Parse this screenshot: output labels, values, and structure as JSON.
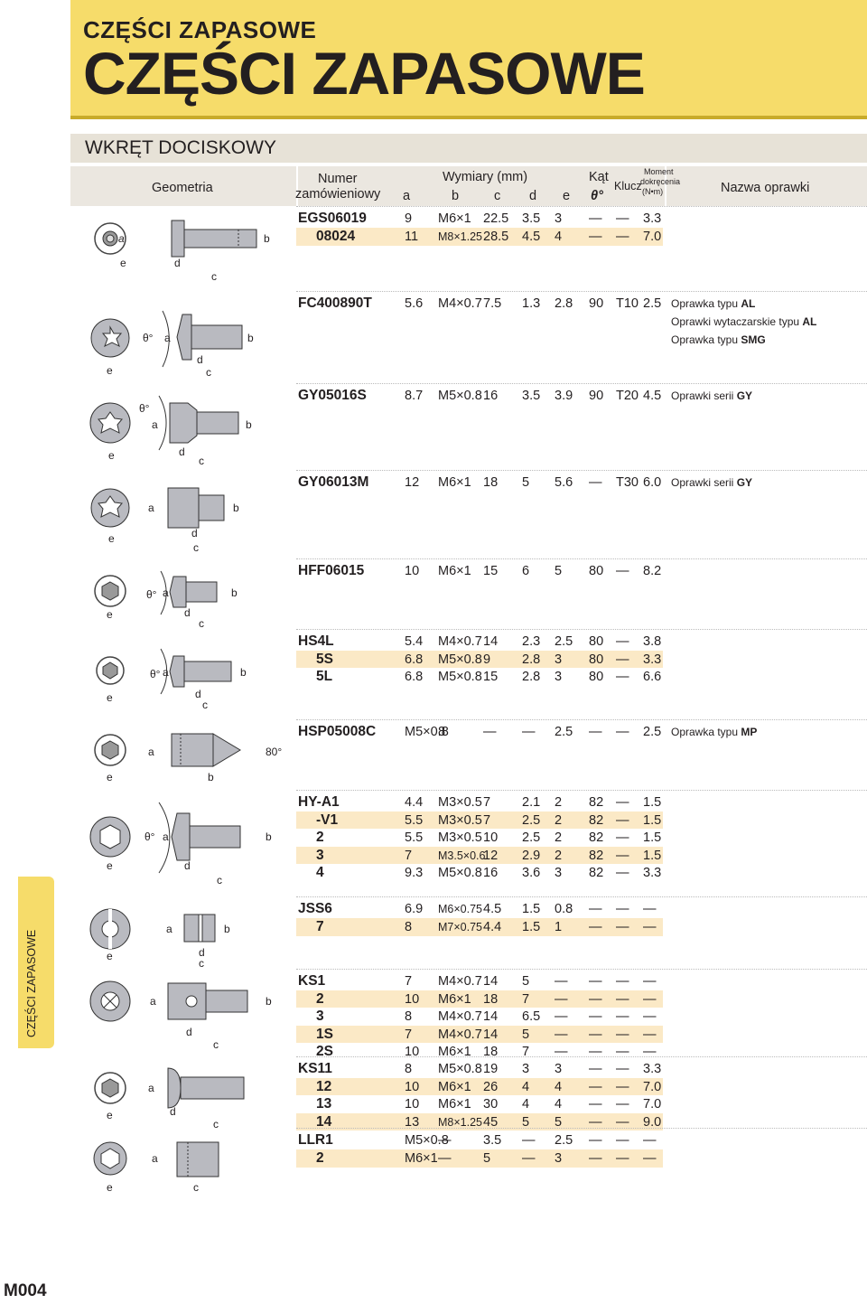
{
  "header": {
    "title_small": "CZĘŚCI ZAPASOWE",
    "title_large": "CZĘŚCI ZAPASOWE"
  },
  "section_title": "WKRĘT DOCISKOWY",
  "side_tab": "CZĘŚCI ZAPASOWE",
  "page_number": "M004",
  "table_header": {
    "geometry": "Geometria",
    "order_no_1": "Numer",
    "order_no_2": "zamówieniowy",
    "dims": "Wymiary (mm)",
    "a": "a",
    "b": "b",
    "c": "c",
    "d": "d",
    "e": "e",
    "angle": "Kąt",
    "theta": "θ°",
    "key": "Klucz",
    "torque_1": "Moment",
    "torque_2": "dokręcenia",
    "torque_3": "(N•m)",
    "holder": "Nazwa oprawki"
  },
  "groups": [
    {
      "labels": [
        "e",
        "d",
        "c",
        "a",
        "b"
      ],
      "rows": [
        {
          "code": "EGS06019",
          "a": "9",
          "b": "M6×1",
          "c": "22.5",
          "d": "3.5",
          "e": "3",
          "theta": "—",
          "key": "—",
          "torque": "3.3"
        },
        {
          "code": "08024",
          "a": "11",
          "b": "M8×1.25",
          "c": "28.5",
          "d": "4.5",
          "e": "4",
          "theta": "—",
          "key": "—",
          "torque": "7.0"
        }
      ],
      "names": []
    },
    {
      "labels": [
        "e",
        "θ°",
        "a",
        "d",
        "c",
        "b"
      ],
      "rows": [
        {
          "code": "FC400890T",
          "a": "5.6",
          "b": "M4×0.7",
          "c": "7.5",
          "d": "1.3",
          "e": "2.8",
          "theta": "90",
          "key": "T10",
          "torque": "2.5"
        }
      ],
      "names": [
        {
          "pre": "Oprawka typu ",
          "bold": "AL"
        },
        {
          "pre": "Oprawki wytaczarskie typu ",
          "bold": "AL"
        },
        {
          "pre": "Oprawka typu ",
          "bold": "SMG"
        }
      ]
    },
    {
      "labels": [
        "e",
        "θ°",
        "a",
        "d",
        "c",
        "b"
      ],
      "rows": [
        {
          "code": "GY05016S",
          "a": "8.7",
          "b": "M5×0.8",
          "c": "16",
          "d": "3.5",
          "e": "3.9",
          "theta": "90",
          "key": "T20",
          "torque": "4.5"
        }
      ],
      "names": [
        {
          "pre": "Oprawki serii ",
          "bold": "GY"
        }
      ]
    },
    {
      "labels": [
        "e",
        "a",
        "d",
        "c",
        "b"
      ],
      "rows": [
        {
          "code": "GY06013M",
          "a": "12",
          "b": "M6×1",
          "c": "18",
          "d": "5",
          "e": "5.6",
          "theta": "—",
          "key": "T30",
          "torque": "6.0"
        }
      ],
      "names": [
        {
          "pre": "Oprawki serii ",
          "bold": "GY"
        }
      ]
    },
    {
      "labels": [
        "e",
        "θ°",
        "a",
        "d",
        "c",
        "b"
      ],
      "rows": [
        {
          "code": "HFF06015",
          "a": "10",
          "b": "M6×1",
          "c": "15",
          "d": "6",
          "e": "5",
          "theta": "80",
          "key": "—",
          "torque": "8.2"
        }
      ],
      "names": []
    },
    {
      "labels": [
        "e",
        "θ°",
        "a",
        "d",
        "c",
        "b"
      ],
      "rows": [
        {
          "code": "HS4L",
          "a": "5.4",
          "b": "M4×0.7",
          "c": "14",
          "d": "2.3",
          "e": "2.5",
          "theta": "80",
          "key": "—",
          "torque": "3.8"
        },
        {
          "code": "5S",
          "a": "6.8",
          "b": "M5×0.8",
          "c": "9",
          "d": "2.8",
          "e": "3",
          "theta": "80",
          "key": "—",
          "torque": "3.3"
        },
        {
          "code": "5L",
          "a": "6.8",
          "b": "M5×0.8",
          "c": "15",
          "d": "2.8",
          "e": "3",
          "theta": "80",
          "key": "—",
          "torque": "6.6"
        }
      ],
      "names": []
    },
    {
      "labels": [
        "e",
        "a",
        "b",
        "80°"
      ],
      "rows": [
        {
          "code": "HSP05008C",
          "a": "M5×0.8",
          "b": "8",
          "c": "—",
          "d": "—",
          "e": "2.5",
          "theta": "—",
          "key": "—",
          "torque": "2.5"
        }
      ],
      "names": [
        {
          "pre": "Oprawka typu ",
          "bold": "MP"
        }
      ]
    },
    {
      "labels": [
        "e",
        "θ°",
        "a",
        "d",
        "c",
        "b"
      ],
      "rows": [
        {
          "code": "HY-A1",
          "a": "4.4",
          "b": "M3×0.5",
          "c": "7",
          "d": "2.1",
          "e": "2",
          "theta": "82",
          "key": "—",
          "torque": "1.5"
        },
        {
          "code": "-V1",
          "a": "5.5",
          "b": "M3×0.5",
          "c": "7",
          "d": "2.5",
          "e": "2",
          "theta": "82",
          "key": "—",
          "torque": "1.5"
        },
        {
          "code": "2",
          "a": "5.5",
          "b": "M3×0.5",
          "c": "10",
          "d": "2.5",
          "e": "2",
          "theta": "82",
          "key": "—",
          "torque": "1.5"
        },
        {
          "code": "3",
          "a": "7",
          "b": "M3.5×0.6",
          "c": "12",
          "d": "2.9",
          "e": "2",
          "theta": "82",
          "key": "—",
          "torque": "1.5"
        },
        {
          "code": "4",
          "a": "9.3",
          "b": "M5×0.8",
          "c": "16",
          "d": "3.6",
          "e": "3",
          "theta": "82",
          "key": "—",
          "torque": "3.3"
        }
      ],
      "names": []
    },
    {
      "labels": [
        "e",
        "a",
        "d",
        "c",
        "b"
      ],
      "rows": [
        {
          "code": "JSS6",
          "a": "6.9",
          "b": "M6×0.75",
          "c": "4.5",
          "d": "1.5",
          "e": "0.8",
          "theta": "—",
          "key": "—",
          "torque": "—"
        },
        {
          "code": "7",
          "a": "8",
          "b": "M7×0.75",
          "c": "4.4",
          "d": "1.5",
          "e": "1",
          "theta": "—",
          "key": "—",
          "torque": "—"
        }
      ],
      "names": []
    },
    {
      "labels": [
        "a",
        "d",
        "c",
        "b"
      ],
      "rows": [
        {
          "code": "KS1",
          "a": "7",
          "b": "M4×0.7",
          "c": "14",
          "d": "5",
          "e": "—",
          "theta": "—",
          "key": "—",
          "torque": "—"
        },
        {
          "code": "2",
          "a": "10",
          "b": "M6×1",
          "c": "18",
          "d": "7",
          "e": "—",
          "theta": "—",
          "key": "—",
          "torque": "—"
        },
        {
          "code": "3",
          "a": "8",
          "b": "M4×0.7",
          "c": "14",
          "d": "6.5",
          "e": "—",
          "theta": "—",
          "key": "—",
          "torque": "—"
        },
        {
          "code": "1S",
          "a": "7",
          "b": "M4×0.7",
          "c": "14",
          "d": "5",
          "e": "—",
          "theta": "—",
          "key": "—",
          "torque": "—"
        },
        {
          "code": "2S",
          "a": "10",
          "b": "M6×1",
          "c": "18",
          "d": "7",
          "e": "—",
          "theta": "—",
          "key": "—",
          "torque": "—"
        }
      ],
      "names": []
    },
    {
      "labels": [
        "e",
        "a",
        "d",
        "c"
      ],
      "rows": [
        {
          "code": "KS11",
          "a": "8",
          "b": "M5×0.8",
          "c": "19",
          "d": "3",
          "e": "3",
          "theta": "—",
          "key": "—",
          "torque": "3.3"
        },
        {
          "code": "12",
          "a": "10",
          "b": "M6×1",
          "c": "26",
          "d": "4",
          "e": "4",
          "theta": "—",
          "key": "—",
          "torque": "7.0"
        },
        {
          "code": "13",
          "a": "10",
          "b": "M6×1",
          "c": "30",
          "d": "4",
          "e": "4",
          "theta": "—",
          "key": "—",
          "torque": "7.0"
        },
        {
          "code": "14",
          "a": "13",
          "b": "M8×1.25",
          "c": "45",
          "d": "5",
          "e": "5",
          "theta": "—",
          "key": "—",
          "torque": "9.0"
        }
      ],
      "names": []
    },
    {
      "labels": [
        "a",
        "e",
        "c"
      ],
      "rows": [
        {
          "code": "LLR1",
          "a": "M5×0.8",
          "b": "—",
          "c": "3.5",
          "d": "—",
          "e": "2.5",
          "theta": "—",
          "key": "—",
          "torque": "—"
        },
        {
          "code": "2",
          "a": "M6×1",
          "b": "—",
          "c": "5",
          "d": "—",
          "e": "3",
          "theta": "—",
          "key": "—",
          "torque": "—"
        }
      ],
      "names": []
    }
  ]
}
